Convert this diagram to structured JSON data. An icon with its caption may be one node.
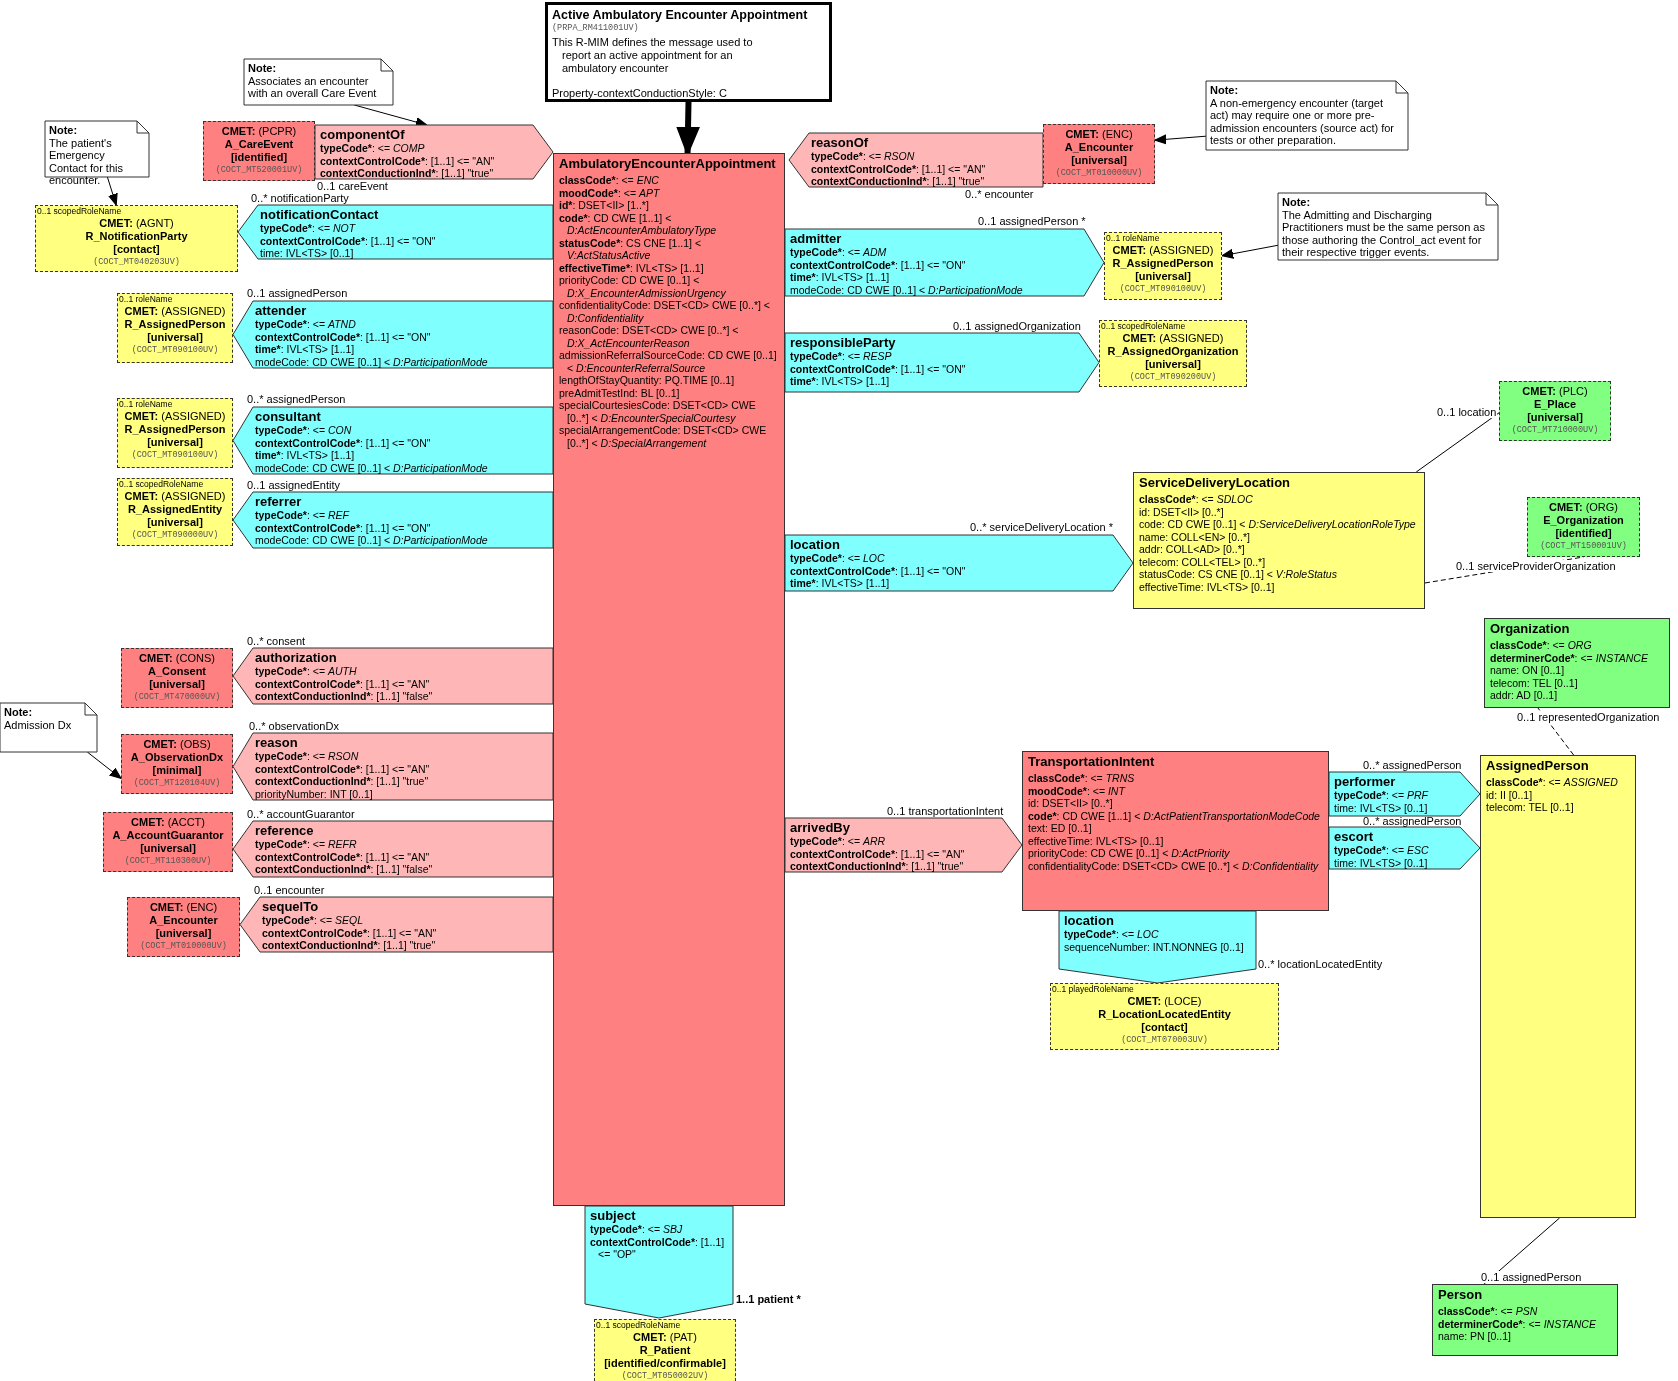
{
  "diagram": {
    "nodes": [
      {
        "text": [
          "Active Ambulatory Encounter Appointment",
          "(PRPA_RM411001UV)",
          "This R-MIM defines the message used to report an active appointment for an ambulatory encounter",
          "Property-contextConductionStyle: C"
        ]
      },
      {
        "text": [
          "Note:",
          "Associates an encounter with an overall Care Event"
        ]
      },
      {
        "text": [
          "Note:",
          "The patient's Emergency Contact for this encounter."
        ]
      },
      {
        "text": [
          "**CMET:** (PCPR)",
          "A_CareEvent",
          "[identified]",
          "(COCT_MT520001UV)"
        ]
      },
      {
        "text": [
          "componentOf",
          "typeCode*: <= COMP",
          "contextControlCode*: [1..1] <= \"AN\"",
          "contextConductionInd*: [1..1] \"true\""
        ],
        "beside": [
          "0..1 careEvent"
        ]
      },
      {
        "text": [
          "0..1 scopedRoleName",
          "**CMET:** (AGNT)",
          "R_NotificationParty",
          "[contact]",
          "(COCT_MT040203UV)"
        ]
      },
      {
        "text": [
          "notificationContact",
          "typeCode*: <= NOT",
          "contextControlCode*: [1..1] <= \"ON\"",
          "time: IVL<TS> [0..1]"
        ],
        "beside": [
          "0..* notificationParty"
        ]
      },
      {
        "text": [
          "0..1 roleName",
          "**CMET:** (ASSIGNED)",
          "R_AssignedPerson",
          "[universal]",
          "(COCT_MT090100UV)"
        ]
      },
      {
        "text": [
          "attender",
          "typeCode*: <= ATND",
          "contextControlCode*: [1..1] <= \"ON\"",
          "time*: IVL<TS> [1..1]",
          "modeCode: CD CWE [0..1] < D:ParticipationMode"
        ],
        "beside": [
          "0..1 assignedPerson"
        ]
      },
      {
        "text": [
          "0..1 roleName",
          "**CMET:** (ASSIGNED)",
          "R_AssignedPerson",
          "[universal]",
          "(COCT_MT090100UV)"
        ]
      },
      {
        "text": [
          "consultant",
          "typeCode*: <= CON",
          "contextControlCode*: [1..1] <= \"ON\"",
          "time*: IVL<TS> [1..1]",
          "modeCode: CD CWE [0..1] < D:ParticipationMode"
        ],
        "beside": [
          "0..* assignedPerson"
        ]
      },
      {
        "text": [
          "0..1 scopedRoleName",
          "**CMET:** (ASSIGNED)",
          "R_AssignedEntity",
          "[universal]",
          "(COCT_MT090000UV)"
        ]
      },
      {
        "text": [
          "referrer",
          "typeCode*: <= REF",
          "contextControlCode*: [1..1] <= \"ON\"",
          "modeCode: CD CWE [0..1] < D:ParticipationMode"
        ],
        "beside": [
          "0..1 assignedEntity"
        ]
      },
      {
        "text": [
          "**CMET:** (CONS)",
          "A_Consent",
          "[universal]",
          "(COCT_MT470000UV)"
        ]
      },
      {
        "text": [
          "authorization",
          "typeCode*: <= AUTH",
          "contextControlCode*: [1..1] <= \"AN\"",
          "contextConductionInd*: [1..1] \"false\""
        ],
        "beside": [
          "0..* consent"
        ]
      },
      {
        "text": [
          "Note:",
          "Admission Dx"
        ]
      },
      {
        "text": [
          "**CMET:** (OBS)",
          "A_ObservationDx",
          "[minimal]",
          "(COCT_MT120104UV)"
        ]
      },
      {
        "text": [
          "reason",
          "typeCode*: <= RSON",
          "contextControlCode*: [1..1] <= \"AN\"",
          "contextConductionInd*: [1..1] \"true\"",
          "priorityNumber: INT [0..1]"
        ],
        "beside": [
          "0..* observationDx"
        ]
      },
      {
        "text": [
          "**CMET:** (ACCT)",
          "A_AccountGuarantor",
          "[universal]",
          "(COCT_MT110300UV)"
        ]
      },
      {
        "text": [
          "reference",
          "typeCode*: <= REFR",
          "contextControlCode*: [1..1] <= \"AN\"",
          "contextConductionInd*: [1..1] \"false\""
        ],
        "beside": [
          "0..* accountGuarantor"
        ]
      },
      {
        "text": [
          "**CMET:** (ENC)",
          "A_Encounter",
          "[universal]",
          "(COCT_MT010000UV)"
        ]
      },
      {
        "text": [
          "sequelTo",
          "typeCode*: <= SEQL",
          "contextControlCode*: [1..1] <= \"AN\"",
          "contextConductionInd*: [1..1] \"true\""
        ],
        "beside": [
          "0..1 encounter"
        ]
      },
      {
        "text": [
          "AmbulatoryEncounterAppointment",
          "classCode*: <= ENC",
          "moodCode*: <= APT",
          "id*: DSET<II> [1..*]",
          "code*: CD CWE [1..1] < D:ActEncounterAmbulatoryType",
          "statusCode*: CS CNE [1..1] < V:ActStatusActive",
          "effectiveTime*: IVL<TS> [1..1]",
          "priorityCode: CD CWE [0..1] < D:X_EncounterAdmissionUrgency",
          "confidentialityCode: DSET<CD> CWE [0..*] < D:Confidentiality",
          "reasonCode: DSET<CD> CWE [0..*] < D:X_ActEncounterReason",
          "admissionReferralSourceCode: CD CWE [0..1] < D:EncounterReferralSource",
          "lengthOfStayQuantity: PQ.TIME [0..1]",
          "preAdmitTestInd: BL [0..1]",
          "specialCourtesiesCode: DSET<CD> CWE [0..*] < D:EncounterSpecialCourtesy",
          "specialArrangementCode: DSET<CD> CWE [0..*] < D:SpecialArrangement"
        ]
      },
      {
        "text": [
          "subject",
          "typeCode*: <= SBJ",
          "contextControlCode*: [1..1] <= \"OP\""
        ],
        "beside": [
          "1..1 patient *"
        ]
      },
      {
        "text": [
          "0..1 scopedRoleName",
          "**CMET:** (PAT)",
          "R_Patient",
          "[identified/confirmable]",
          "(COCT_MT050002UV)"
        ]
      },
      {
        "text": [
          "reasonOf",
          "typeCode*: <= RSON",
          "contextControlCode*: [1..1] <= \"AN\"",
          "contextConductionInd*: [1..1] \"true\""
        ],
        "beside": [
          "0..* encounter"
        ]
      },
      {
        "text": [
          "**CMET:** (ENC)",
          "A_Encounter",
          "[universal]",
          "(COCT_MT010000UV)"
        ]
      },
      {
        "text": [
          "Note:",
          "A non-emergency encounter (target act) may require one or more pre-admission encounters (source act) for tests or other preparation."
        ]
      },
      {
        "text": [
          "admitter",
          "typeCode*: <= ADM",
          "contextControlCode*: [1..1] <= \"ON\"",
          "time*: IVL<TS> [1..1]",
          "modeCode: CD CWE [0..1] < D:ParticipationMode"
        ],
        "beside": [
          "0..1 assignedPerson *"
        ]
      },
      {
        "text": [
          "0..1 roleName",
          "**CMET:** (ASSIGNED)",
          "R_AssignedPerson",
          "[universal]",
          "(COCT_MT090100UV)"
        ]
      },
      {
        "text": [
          "Note:",
          "The Admitting and Discharging Practitioners must be the same person as those authoring the Control_act event for their respective trigger events."
        ]
      },
      {
        "text": [
          "responsibleParty",
          "typeCode*: <= RESP",
          "contextControlCode*: [1..1] <= \"ON\"",
          "time*: IVL<TS> [1..1]"
        ],
        "beside": [
          "0..1 assignedOrganization"
        ]
      },
      {
        "text": [
          "0..1 scopedRoleName",
          "**CMET:** (ASSIGNED)",
          "R_AssignedOrganization",
          "[universal]",
          "(COCT_MT090200UV)"
        ]
      },
      {
        "text": [
          "**CMET:** (PLC)",
          "E_Place",
          "[universal]",
          "(COCT_MT710000UV)"
        ]
      },
      {
        "text": [
          "ServiceDeliveryLocation",
          "classCode*: <= SDLOC",
          "id: DSET<II> [0..*]",
          "code: CD CWE [0..1] < D:ServiceDeliveryLocationRoleType",
          "name: COLL<EN> [0..*]",
          "addr: COLL<AD> [0..*]",
          "telecom: COLL<TEL> [0..*]",
          "statusCode: CS CNE [0..1] < V:RoleStatus",
          "effectiveTime: IVL<TS> [0..1]"
        ]
      },
      {
        "text": [
          "location",
          "typeCode*: <= LOC",
          "contextControlCode*: [1..1] <= \"ON\"",
          "time*: IVL<TS> [1..1]"
        ],
        "beside": [
          "0..* serviceDeliveryLocation *"
        ]
      },
      {
        "text": [
          "**CMET:** (ORG)",
          "E_Organization",
          "[identified]",
          "(COCT_MT150001UV)"
        ]
      },
      {
        "text": [
          "Organization",
          "classCode*: <= ORG",
          "determinerCode*: <= INSTANCE",
          "name: ON [0..1]",
          "telecom: TEL [0..1]",
          "addr: AD [0..1]"
        ]
      },
      {
        "text": [
          "TransportationIntent",
          "classCode*: <= TRNS",
          "moodCode*: <= INT",
          "id: DSET<II> [0..*]",
          "code*: CD CWE [1..1] < D:ActPatientTransportationModeCode",
          "text: ED [0..1]",
          "effectiveTime: IVL<TS> [0..1]",
          "priorityCode: CD CWE [0..1] < D:ActPriority",
          "confidentialityCode: DSET<CD> CWE [0..*] < D:Confidentiality"
        ]
      },
      {
        "text": [
          "arrivedBy",
          "typeCode*: <= ARR",
          "contextControlCode*: [1..1] <= \"AN\"",
          "contextConductionInd*: [1..1] \"true\""
        ],
        "beside": [
          "0..1 transportationIntent"
        ]
      },
      {
        "text": [
          "performer",
          "typeCode*: <= PRF",
          "time: IVL<TS> [0..1]"
        ],
        "beside": [
          "0..* assignedPerson"
        ]
      },
      {
        "text": [
          "escort",
          "typeCode*: <= ESC",
          "time: IVL<TS> [0..1]"
        ],
        "beside": [
          "0..* assignedPerson"
        ]
      },
      {
        "text": [
          "AssignedPerson",
          "classCode*: <= ASSIGNED",
          "id: II [0..1]",
          "telecom: TEL [0..1]"
        ]
      },
      {
        "text": [
          "location",
          "typeCode*: <= LOC",
          "sequenceNumber: INT.NONNEG [0..1]"
        ],
        "beside": [
          "0..* locationLocatedEntity"
        ]
      },
      {
        "text": [
          "0..1 playedRoleName",
          "**CMET:** (LOCE)",
          "R_LocationLocatedEntity",
          "[contact]",
          "(COCT_MT070003UV)"
        ]
      },
      {
        "text": [
          "Person",
          "classCode*: <= PSN",
          "determinerCode*: <= INSTANCE",
          "name: PN [0..1]"
        ]
      }
    ],
    "edges": [
      {
        "from": 0,
        "to": 22,
        "arrow": "to",
        "style": "thick"
      },
      {
        "from": 1,
        "to": 4,
        "arrow": "to"
      },
      {
        "from": 2,
        "to": 5,
        "arrow": "to"
      },
      {
        "from": 15,
        "to": 16,
        "arrow": "to"
      },
      {
        "from": 27,
        "to": 26,
        "arrow": "to"
      },
      {
        "from": 30,
        "to": 29,
        "arrow": "to"
      },
      {
        "from": 34,
        "to": 33,
        "arrow": "none",
        "label": "0..1 location"
      },
      {
        "from": 34,
        "to": 36,
        "arrow": "none",
        "label": "0..1 serviceProviderOrganization",
        "style": "dashed"
      },
      {
        "from": 42,
        "to": 37,
        "arrow": "none",
        "label": "0..1 representedOrganization",
        "style": "dashed"
      },
      {
        "from": 42,
        "to": 45,
        "arrow": "none",
        "label": "0..1 assignedPerson"
      }
    ]
  }
}
